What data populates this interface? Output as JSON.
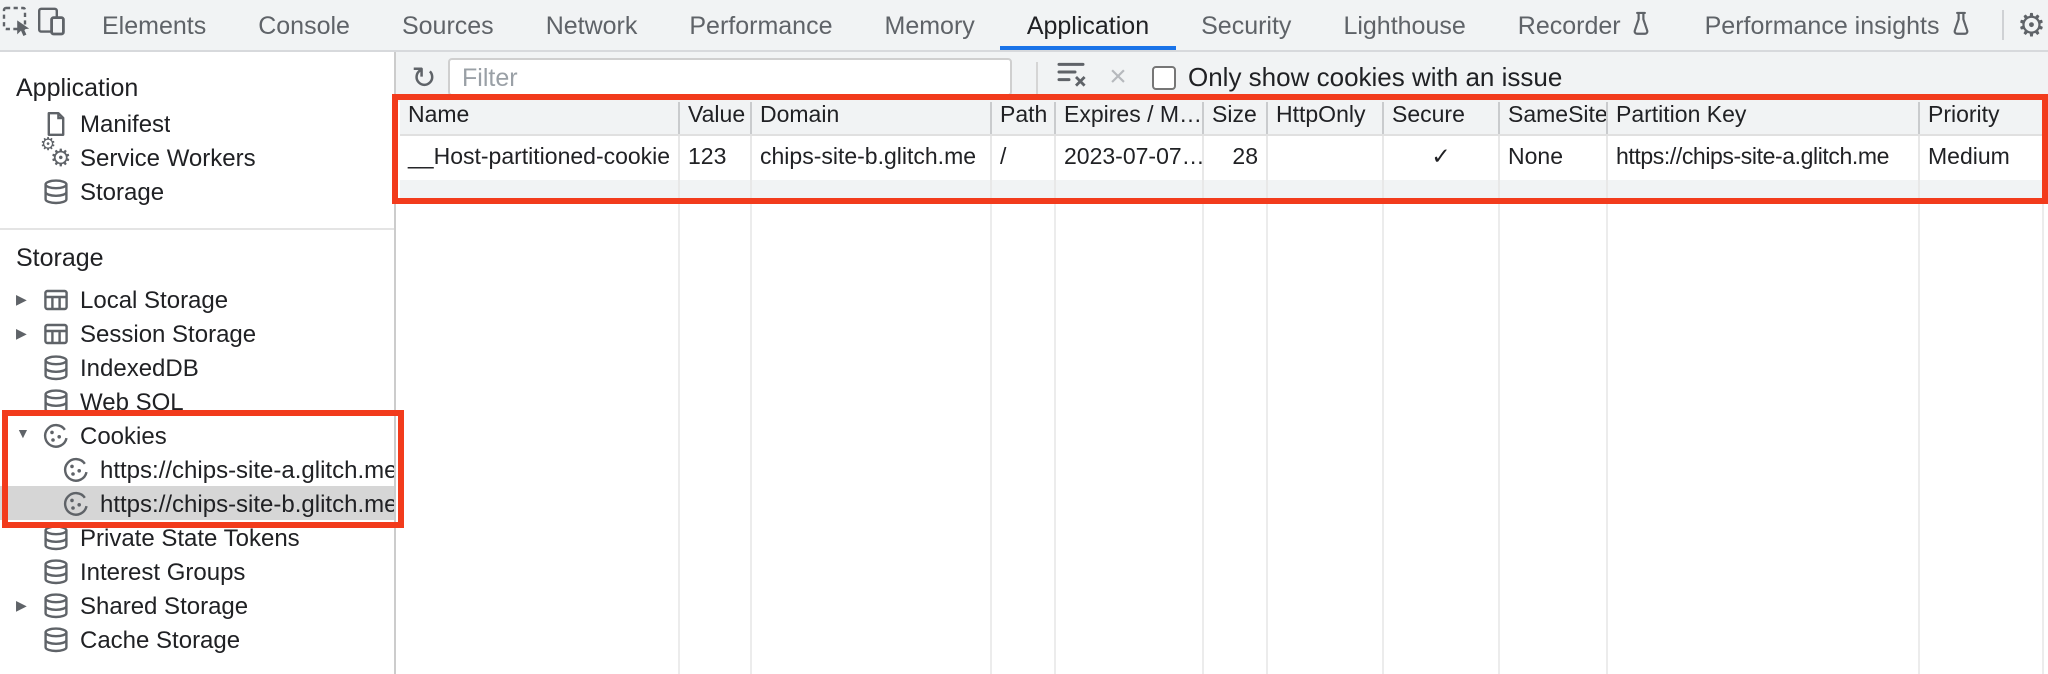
{
  "icons": {
    "settings_gear": "⚙",
    "more_vertical": "⋮",
    "close": "×",
    "refresh": "↻",
    "gear": "⚙",
    "collapsed_arrow": "▶",
    "expanded_arrow": "▼"
  },
  "tab_bar": {
    "tabs": [
      {
        "label": "Elements"
      },
      {
        "label": "Console"
      },
      {
        "label": "Sources"
      },
      {
        "label": "Network"
      },
      {
        "label": "Performance"
      },
      {
        "label": "Memory"
      },
      {
        "label": "Application",
        "selected": true
      },
      {
        "label": "Security"
      },
      {
        "label": "Lighthouse"
      },
      {
        "label": "Recorder",
        "experimental": true
      },
      {
        "label": "Performance insights",
        "experimental": true
      }
    ]
  },
  "sidebar": {
    "sections": [
      {
        "title": "Application",
        "items": [
          {
            "label": "Manifest"
          },
          {
            "label": "Service Workers"
          },
          {
            "label": "Storage"
          }
        ]
      },
      {
        "title": "Storage",
        "items": [
          {
            "label": "Local Storage",
            "expandable": true
          },
          {
            "label": "Session Storage",
            "expandable": true
          },
          {
            "label": "IndexedDB"
          },
          {
            "label": "Web SQL"
          },
          {
            "label": "Cookies",
            "expanded": true
          },
          {
            "label": "https://chips-site-a.glitch.me",
            "child": true
          },
          {
            "label": "https://chips-site-b.glitch.me",
            "child": true,
            "selected": true
          },
          {
            "label": "Private State Tokens"
          },
          {
            "label": "Interest Groups"
          },
          {
            "label": "Shared Storage",
            "expandable": true
          },
          {
            "label": "Cache Storage"
          }
        ]
      }
    ]
  },
  "cookies_toolbar": {
    "filter_placeholder": "Filter",
    "only_issues_label": "Only show cookies with an issue"
  },
  "cookie_table": {
    "columns": [
      "Name",
      "Value",
      "Domain",
      "Path",
      "Expires / M…",
      "Size",
      "HttpOnly",
      "Secure",
      "SameSite",
      "Partition Key",
      "Priority"
    ],
    "rows": [
      {
        "name": "__Host-partitioned-cookie",
        "value": "123",
        "domain": "chips-site-b.glitch.me",
        "path": "/",
        "expires": "2023-07-07…",
        "size": "28",
        "http_only": "",
        "secure": "✓",
        "same_site": "None",
        "partition_key": "https://chips-site-a.glitch.me",
        "priority": "Medium"
      }
    ]
  },
  "colors": {
    "accent_blue": "#1a73e8",
    "annotation_red": "#f23b1c",
    "toolbar_bg": "#f1f3f4",
    "selected_item_bg": "#d6d6d6"
  }
}
